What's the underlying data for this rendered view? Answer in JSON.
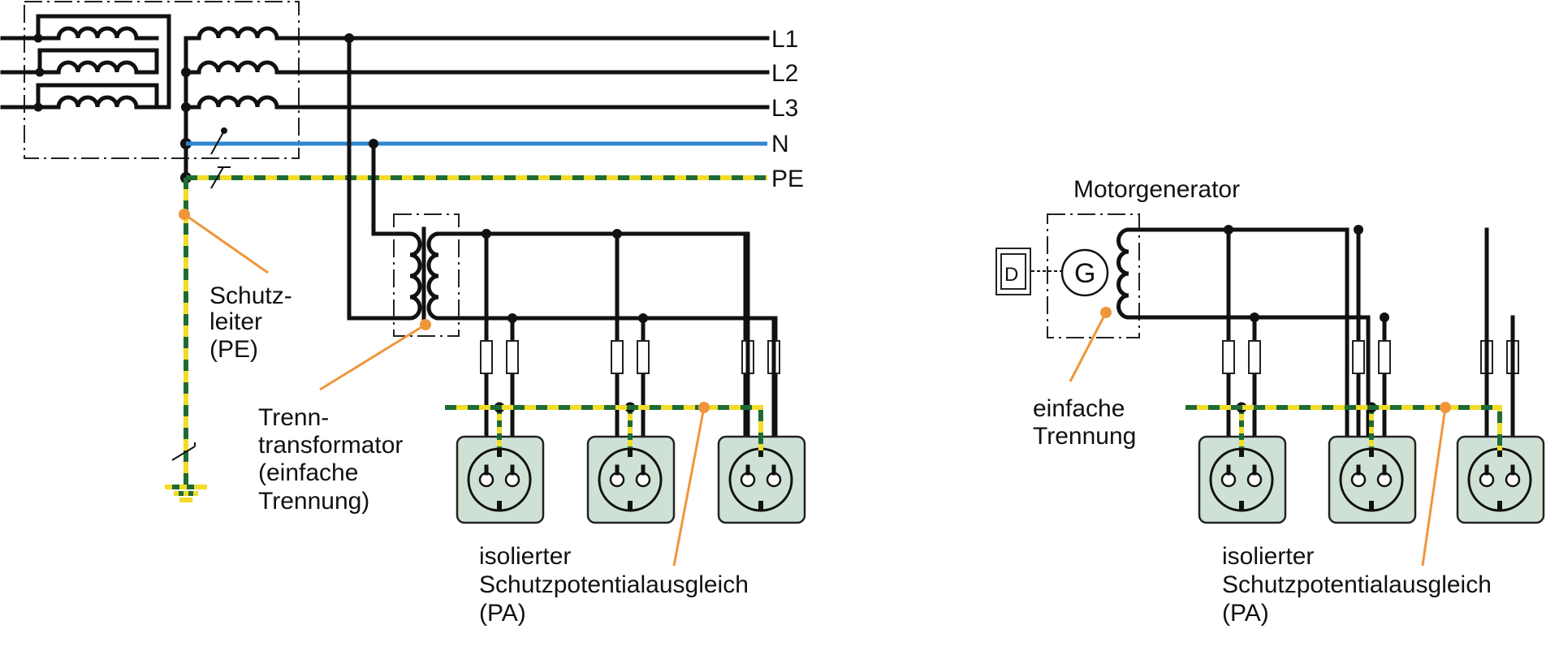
{
  "left_diagram": {
    "line_labels": [
      "L1",
      "L2",
      "L3",
      "N",
      "PE"
    ],
    "annotations": {
      "pe": [
        "Schutz-",
        "leiter",
        "(PE)"
      ],
      "transformer": [
        "Trenn-",
        "transformator",
        "(einfache",
        "Trennung)"
      ],
      "pa": [
        "isolierter",
        "Schutzpotentialausgleich",
        "(PA)"
      ]
    }
  },
  "right_diagram": {
    "title": "Motorgenerator",
    "motor_symbol": "D",
    "generator_symbol": "G",
    "annotations": {
      "separation": [
        "einfache",
        "Trennung"
      ],
      "pa": [
        "isolierter",
        "Schutzpotentialausgleich",
        "(PA)"
      ]
    }
  },
  "colors": {
    "phase": "#111111",
    "neutral": "#2f86cf",
    "pe_yellow": "#f2dc2a",
    "pe_green": "#1f6b34",
    "leader": "#f0963a",
    "socket": "#cfe1d4"
  }
}
